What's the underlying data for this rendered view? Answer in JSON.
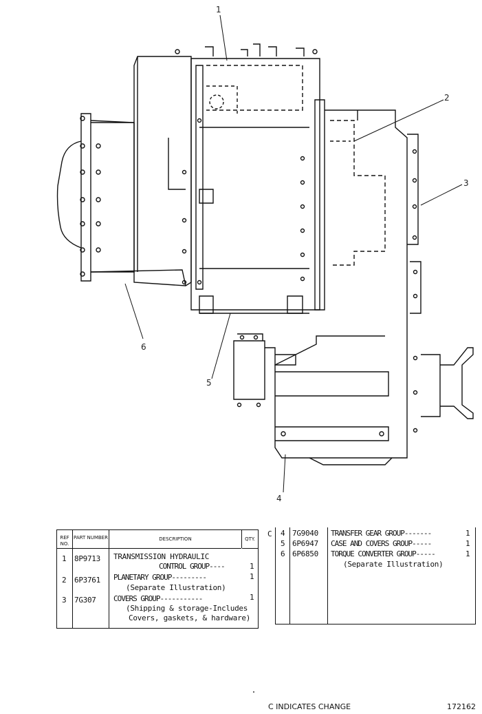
{
  "callouts": [
    "1",
    "2",
    "3",
    "4",
    "5",
    "6"
  ],
  "table_headers": {
    "ref_no": "REF NO.",
    "part_number": "PART NUMBER",
    "description": "DESCRIPTION",
    "qty": "QTY."
  },
  "left_rows": [
    {
      "ref": "1",
      "part": "8P9713",
      "desc1": "TRANSMISSION HYDRAULIC",
      "desc2": "CONTROL GROUP----",
      "desc3": "",
      "qty": "1"
    },
    {
      "ref": "2",
      "part": "6P3761",
      "desc1": "PLANETARY GROUP---------",
      "desc2": "(Separate Illustration)",
      "desc3": "",
      "qty": "1"
    },
    {
      "ref": "3",
      "part": "7G307",
      "desc1": "COVERS GROUP-----------",
      "desc2": "(Shipping & storage-Includes",
      "desc3": "Covers, gaskets, & hardware)",
      "qty": "1"
    }
  ],
  "change_marker": "C",
  "right_rows": [
    {
      "ref": "4",
      "part": "7G9040",
      "desc1": "TRANSFER GEAR GROUP-------",
      "desc2": "",
      "qty": "1"
    },
    {
      "ref": "5",
      "part": "6P6947",
      "desc1": "CASE AND COVERS GROUP-----",
      "desc2": "",
      "qty": "1"
    },
    {
      "ref": "6",
      "part": "6P6850",
      "desc1": "TORQUE CONVERTER GROUP-----",
      "desc2": "(Separate Illustration)",
      "qty": "1"
    }
  ],
  "footer": {
    "change_note": "C  INDICATES CHANGE",
    "illustration_number": "172162"
  }
}
